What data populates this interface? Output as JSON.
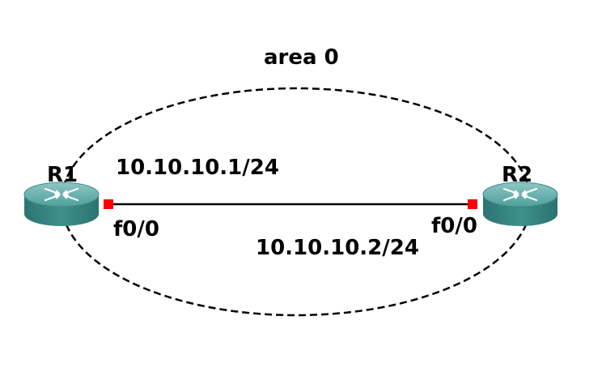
{
  "area": {
    "label": "area 0"
  },
  "routers": [
    {
      "name": "R1",
      "ip": "10.10.10.1/24",
      "interface": "f0/0"
    },
    {
      "name": "R2",
      "ip": "10.10.10.2/24",
      "interface": "f0/0"
    }
  ],
  "colors": {
    "router_top": "#5fa8a5",
    "router_side": "#2f7e7c",
    "port": "#ff0000",
    "link": "#000000",
    "area_boundary": "#000000"
  },
  "icons": {
    "router": "router-icon"
  }
}
